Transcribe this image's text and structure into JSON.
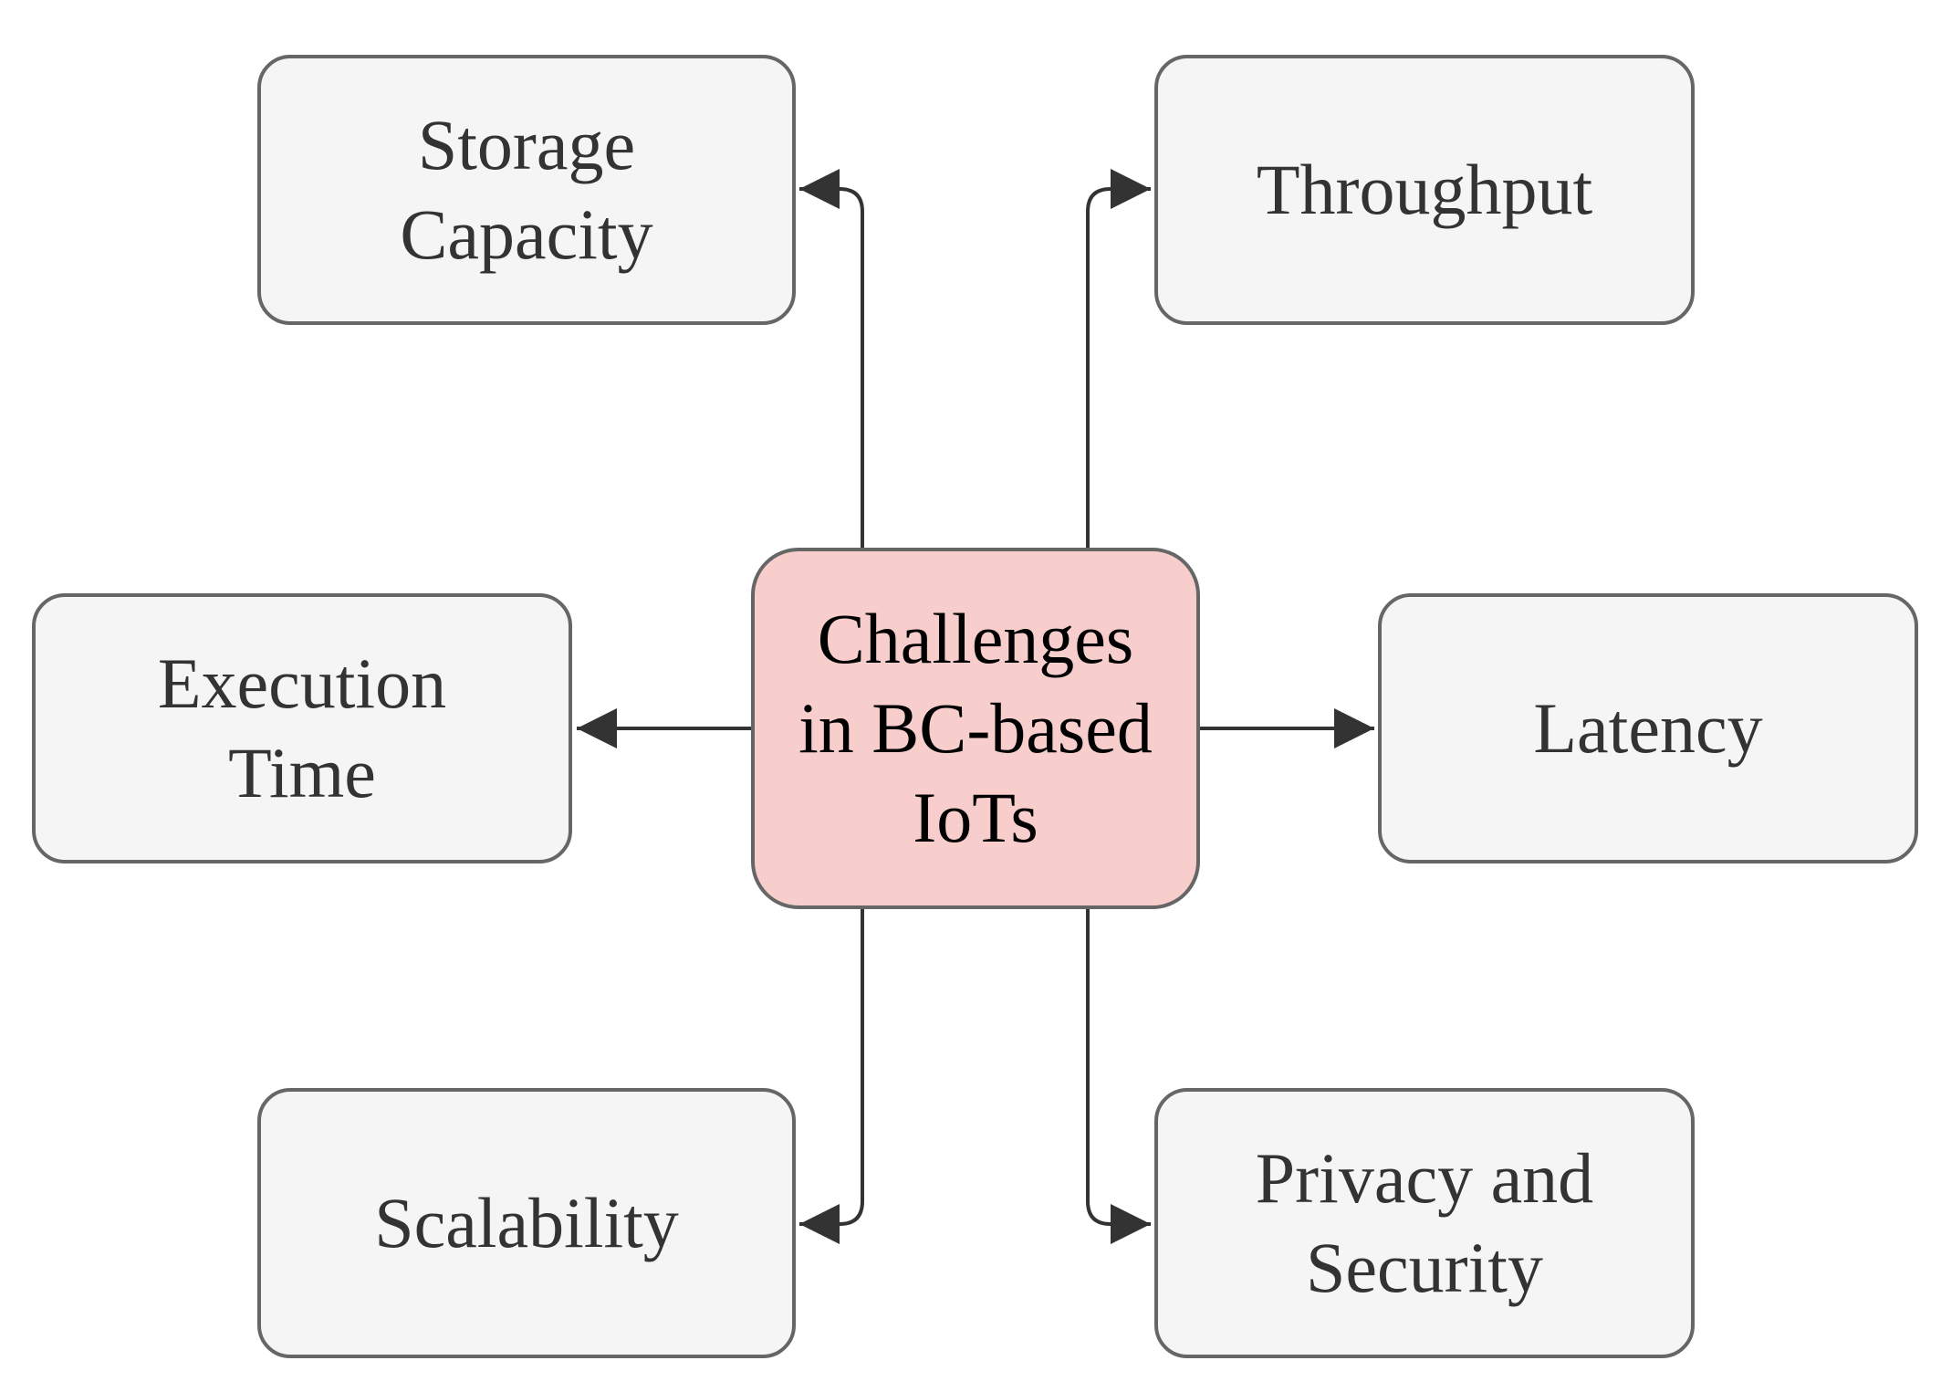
{
  "diagram": {
    "colors": {
      "center_fill": "#f8cecc",
      "node_fill": "#f5f5f5",
      "node_border": "#666666",
      "edge": "#333333",
      "node_text": "#333333",
      "center_text": "#000000"
    },
    "center": {
      "lines": [
        "Challenges",
        "in BC-based",
        "IoTs"
      ]
    },
    "challenges": {
      "storage_capacity": {
        "lines": [
          "Storage",
          "Capacity"
        ]
      },
      "throughput": {
        "lines": [
          "Throughput"
        ]
      },
      "execution_time": {
        "lines": [
          "Execution",
          "Time"
        ]
      },
      "latency": {
        "lines": [
          "Latency"
        ]
      },
      "scalability": {
        "lines": [
          "Scalability"
        ]
      },
      "privacy_security": {
        "lines": [
          "Privacy and",
          "Security"
        ]
      }
    }
  }
}
